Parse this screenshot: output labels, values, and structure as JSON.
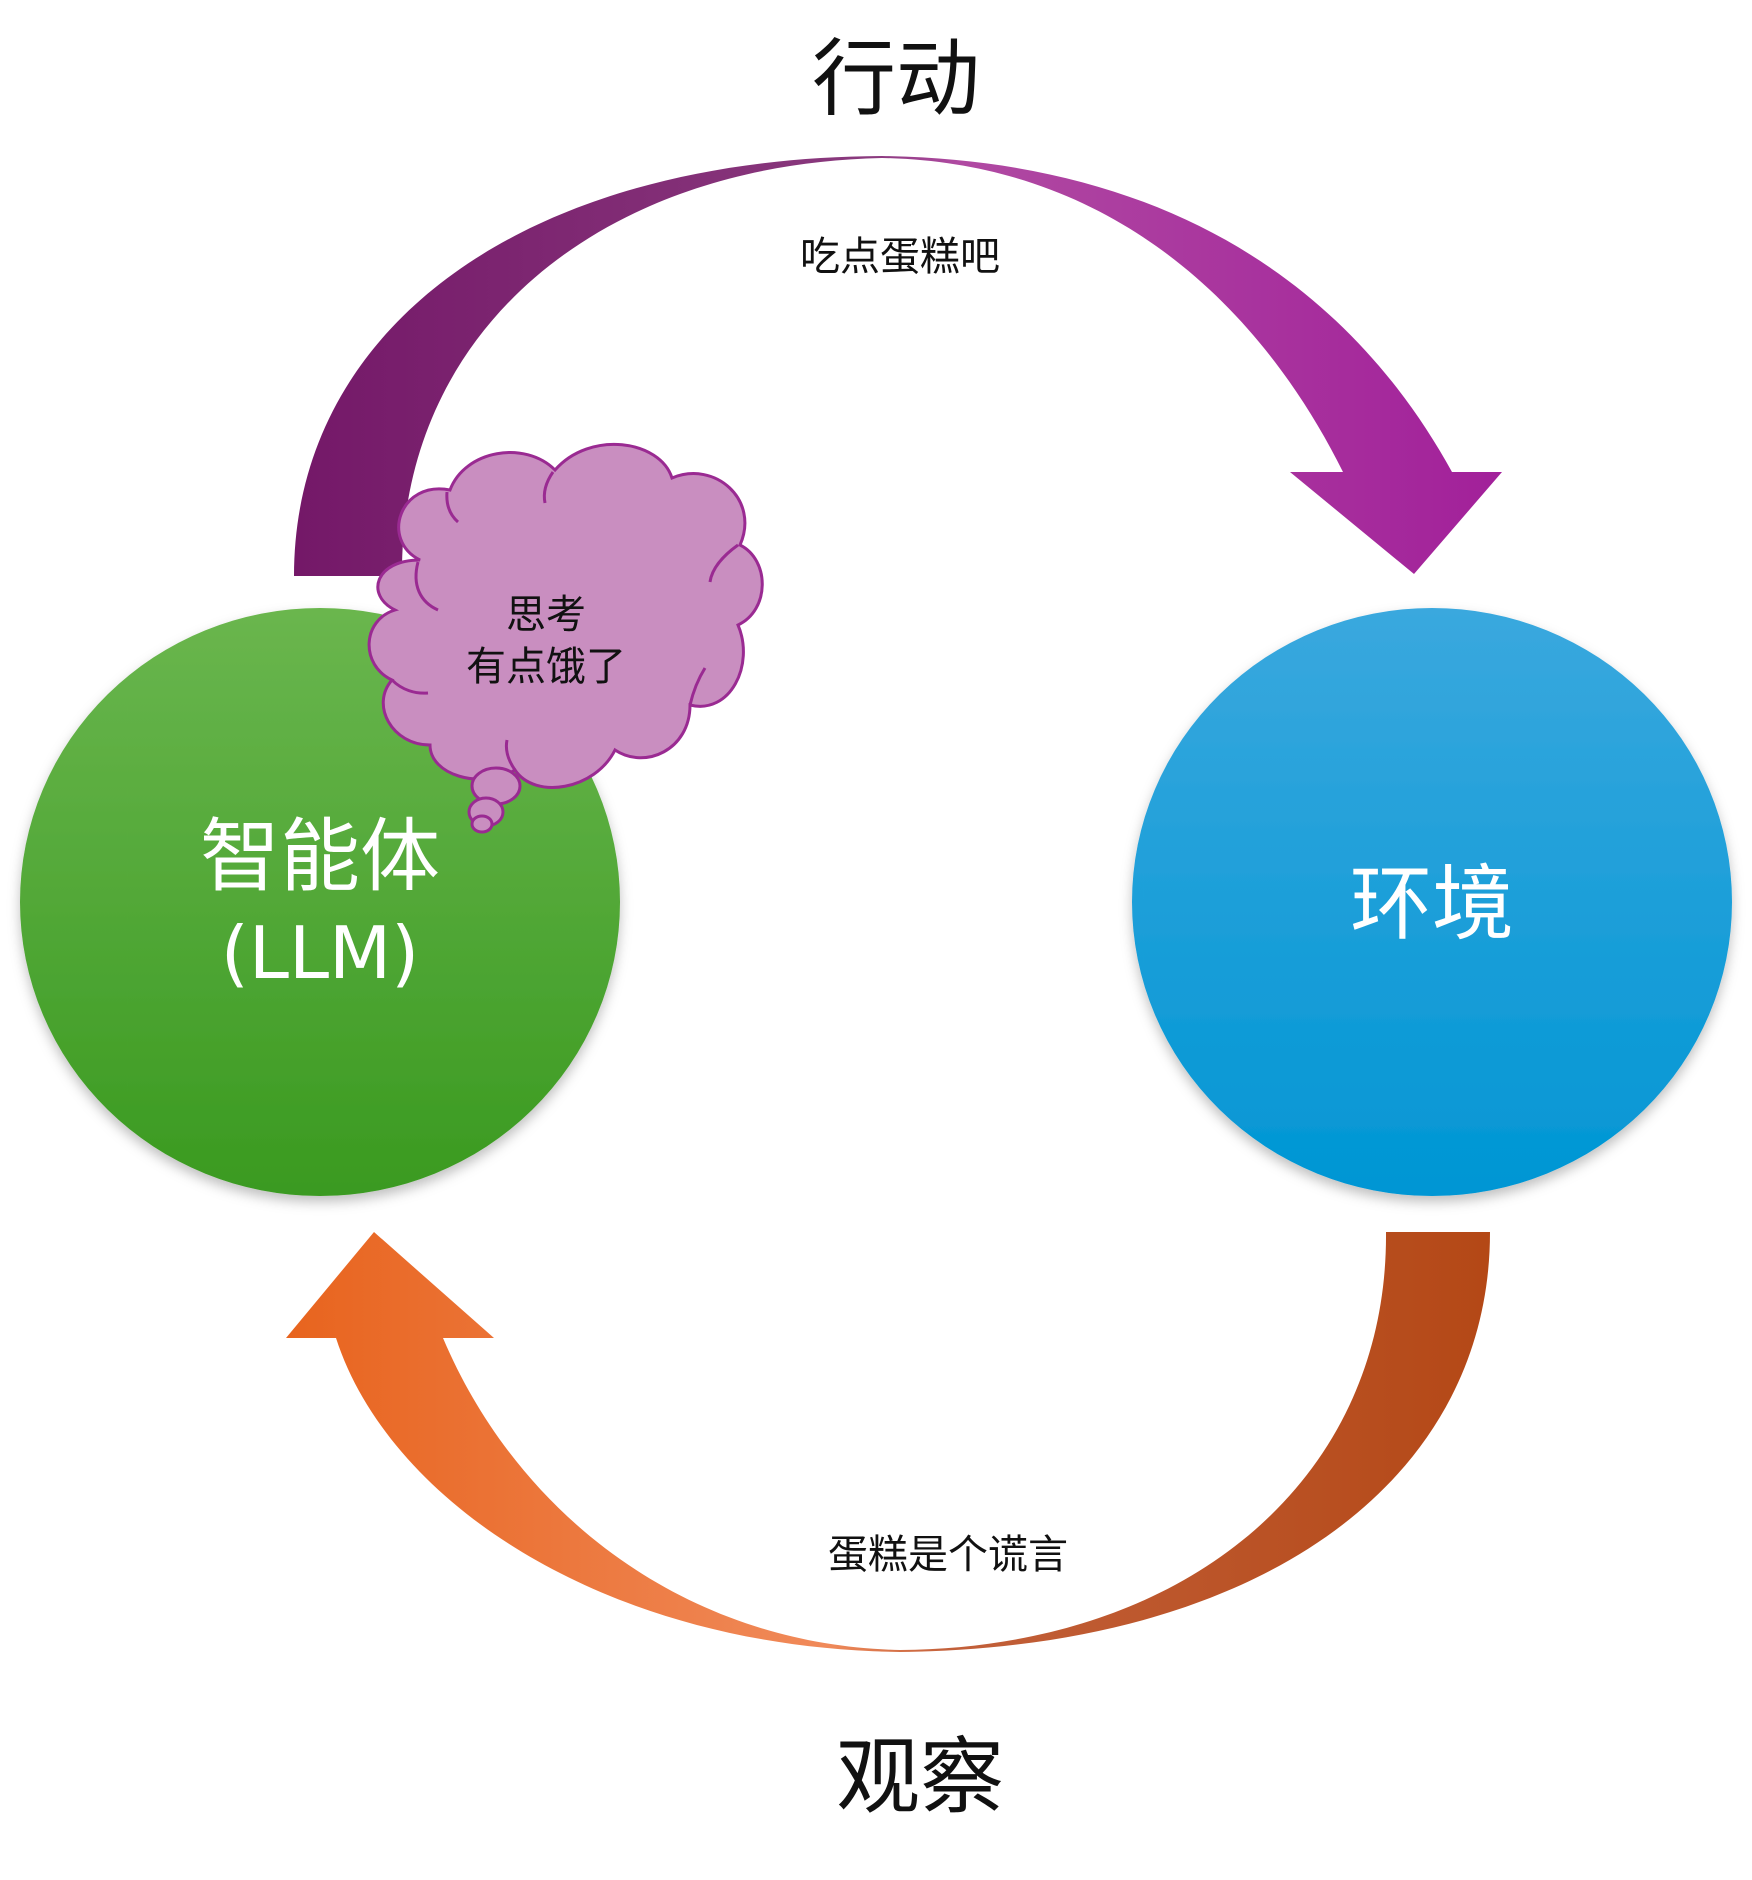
{
  "labels": {
    "action": "行动",
    "action_content": "吃点蛋糕吧",
    "observation": "观察",
    "observation_content": "蛋糕是个谎言",
    "agent_line1": "智能体",
    "agent_line2": "(LLM)",
    "environment": "环境",
    "thought_line1": "思考",
    "thought_line2": "有点饿了"
  },
  "colors": {
    "agent_top": "#6ab64e",
    "agent_bottom": "#3a9a20",
    "environment_top": "#3aa8de",
    "environment_bottom": "#0096d4",
    "action_arrow_left": "#7b1a6a",
    "action_arrow_right": "#a8289a",
    "observation_arrow_left": "#e8641e",
    "observation_arrow_right": "#b84a18",
    "thought_fill": "#c98ec0",
    "thought_stroke": "#9a2a92"
  }
}
